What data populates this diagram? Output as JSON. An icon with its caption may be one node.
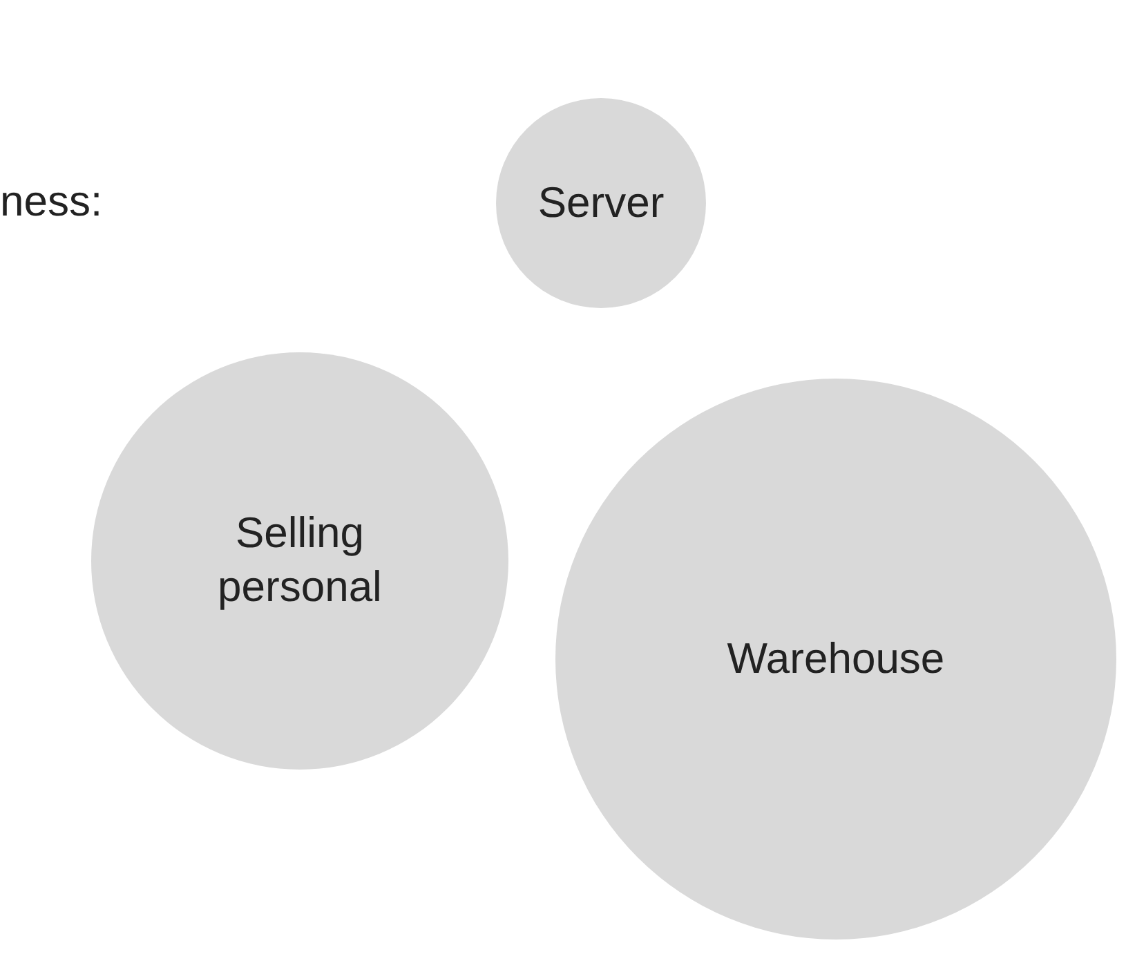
{
  "diagram": {
    "nodes": [
      {
        "text": [
          "Server"
        ]
      },
      {
        "text": [
          "Selling personal"
        ]
      },
      {
        "text": [
          "Warehouse"
        ]
      }
    ],
    "labels": [
      "ness:"
    ]
  }
}
